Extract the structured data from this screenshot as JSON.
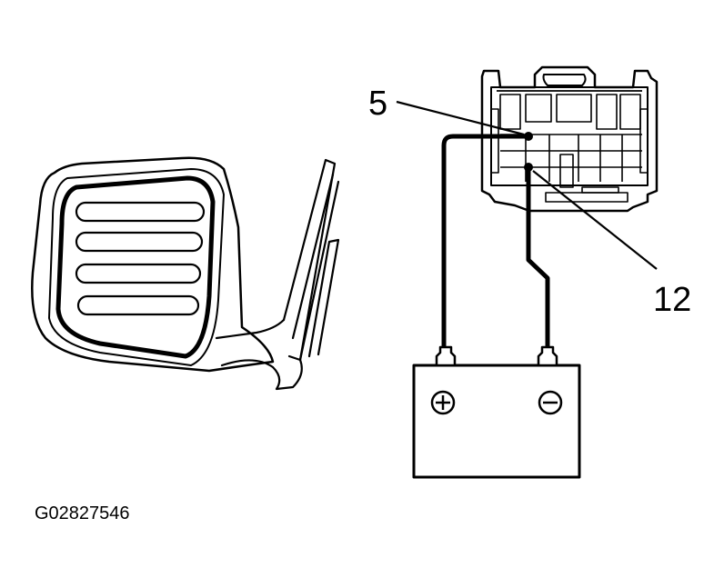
{
  "figure": {
    "id": "G02827546",
    "labels": {
      "pin_a": "5",
      "pin_b": "12"
    },
    "battery": {
      "positive_symbol": "+",
      "negative_symbol": "−"
    },
    "parts": {
      "mirror": "outside-rear-view-mirror",
      "connector": "mirror-connector",
      "battery": "battery"
    }
  }
}
